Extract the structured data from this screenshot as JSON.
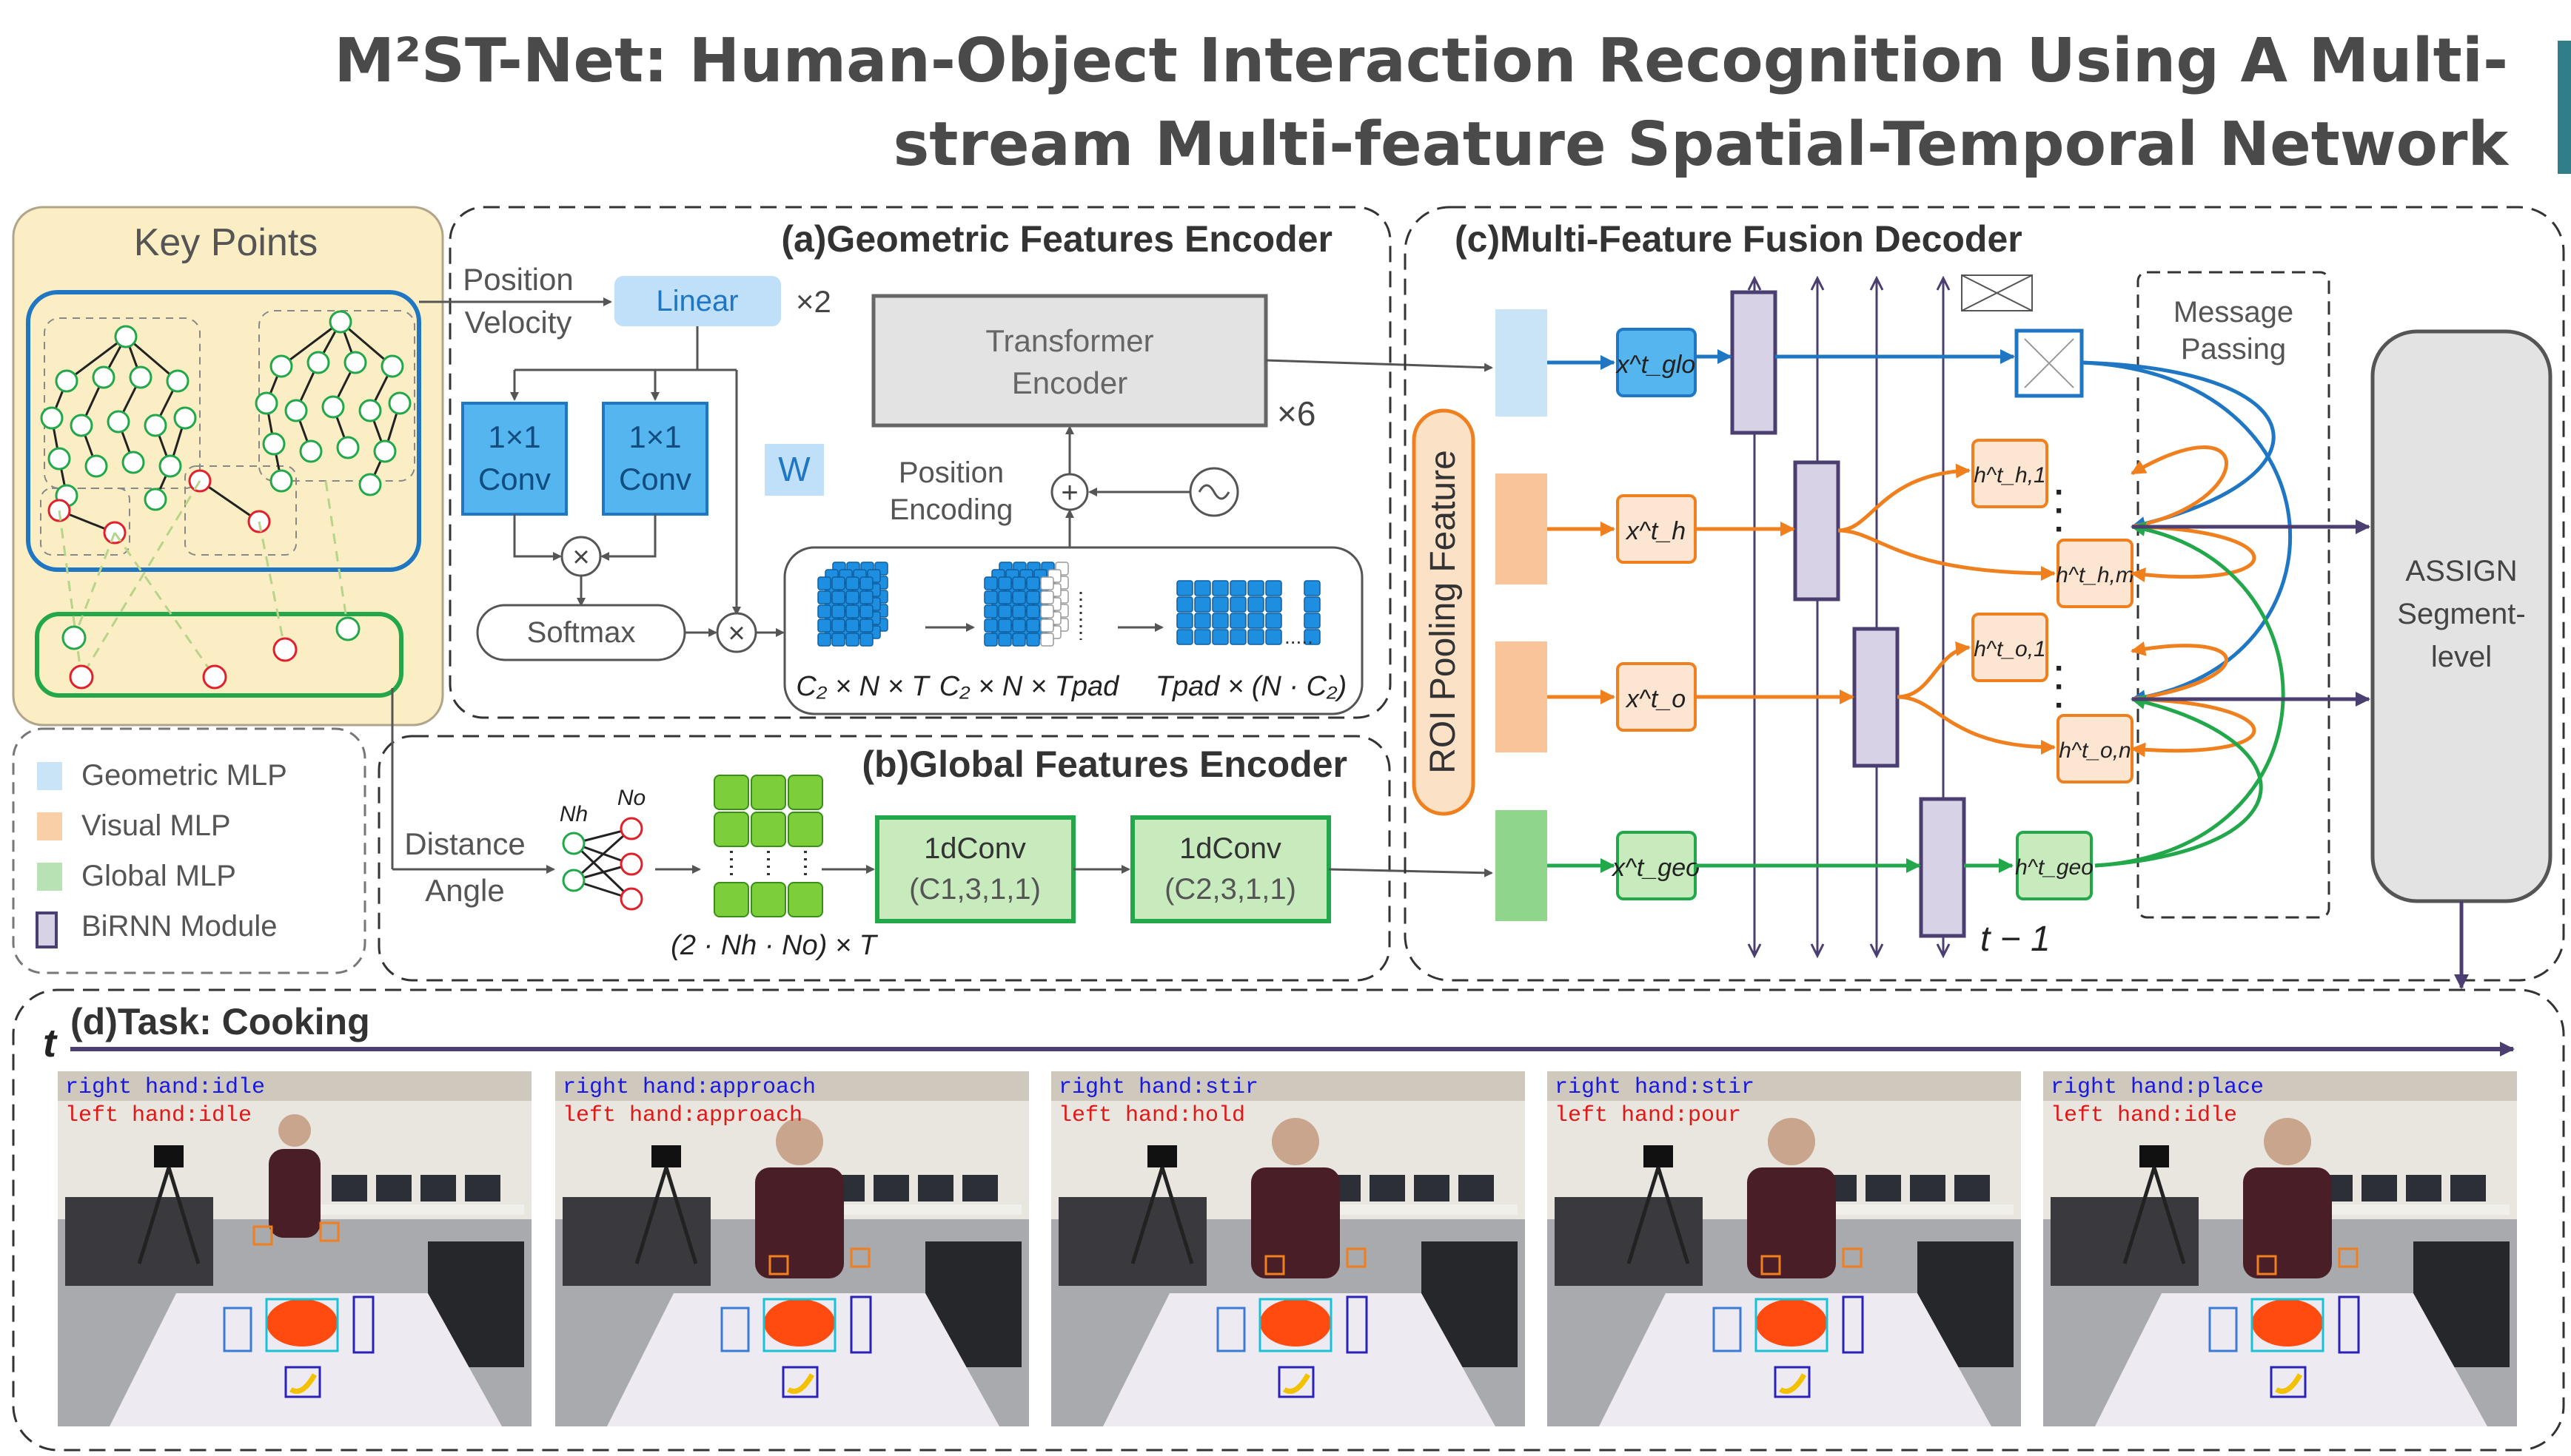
{
  "title": {
    "line1": "M²ST-Net: Human-Object Interaction Recognition Using A Multi-",
    "line2": "stream Multi-feature Spatial-Temporal Network"
  },
  "colors": {
    "accent": "#2e7f8a",
    "geometric": "#1f77c4",
    "visual": "#f07f1e",
    "global": "#22a84a",
    "birnn": "#d8d2e6",
    "arrow": "#4b3f72"
  },
  "keypoints": {
    "title": "Key Points"
  },
  "geo_encoder": {
    "title": "(a)Geometric Features Encoder",
    "input_line1": "Position",
    "input_line2": "Velocity",
    "linear": "Linear",
    "linear_mult": "×2",
    "conv_line1": "1×1",
    "conv_line2": "Conv",
    "w_label": "W",
    "softmax": "Softmax",
    "transformer_line1": "Transformer",
    "transformer_line2": "Encoder",
    "transformer_mult": "×6",
    "posenc_line1": "Position",
    "posenc_line2": "Encoding",
    "tensor1": "C₂ × N × T",
    "tensor2": "C₂ × N × Tpad",
    "tensor3": "Tpad × (N · C₂)"
  },
  "global_encoder": {
    "title": "(b)Global Features Encoder",
    "input_line1": "Distance",
    "input_line2": "Angle",
    "nh": "Nh",
    "no": "No",
    "grid_dim": "(2 · Nh · No) × T",
    "conv1_line1": "1dConv",
    "conv1_line2": "(C1,3,1,1)",
    "conv2_line1": "1dConv",
    "conv2_line2": "(C2,3,1,1)"
  },
  "legend": {
    "items": [
      {
        "label": "Geometric MLP",
        "swatch": "#c9e3f7"
      },
      {
        "label": "Visual MLP",
        "swatch": "#f9cfa8"
      },
      {
        "label": "Global MLP",
        "swatch": "#b8e2b4"
      },
      {
        "label": "BiRNN Module",
        "swatch": "#d8d2e6"
      }
    ]
  },
  "decoder": {
    "title": "(c)Multi-Feature Fusion Decoder",
    "roi": "ROI Pooling Feature",
    "x_glo": "x^t_glo",
    "x_h": "x^t_h",
    "x_o": "x^t_o",
    "x_geo": "x^t_geo",
    "h_h1": "h^t_h,1",
    "h_hm": "h^t_h,m",
    "h_o1": "h^t_o,1",
    "h_on": "h^t_o,n",
    "h_geo": "h^t_geo",
    "t_minus_1": "t − 1",
    "message_line1": "Message",
    "message_line2": "Passing",
    "assign_line1": "ASSIGN",
    "assign_line2": "Segment-",
    "assign_line3": "level"
  },
  "task": {
    "title": "(d)Task: Cooking",
    "axis": "t",
    "frames": [
      {
        "right": "right hand:idle",
        "left": "left hand:idle"
      },
      {
        "right": "right hand:approach",
        "left": "left hand:approach"
      },
      {
        "right": "right hand:stir",
        "left": "left hand:hold"
      },
      {
        "right": "right hand:stir",
        "left": "left hand:pour"
      },
      {
        "right": "right hand:place",
        "left": "left hand:idle"
      }
    ]
  }
}
